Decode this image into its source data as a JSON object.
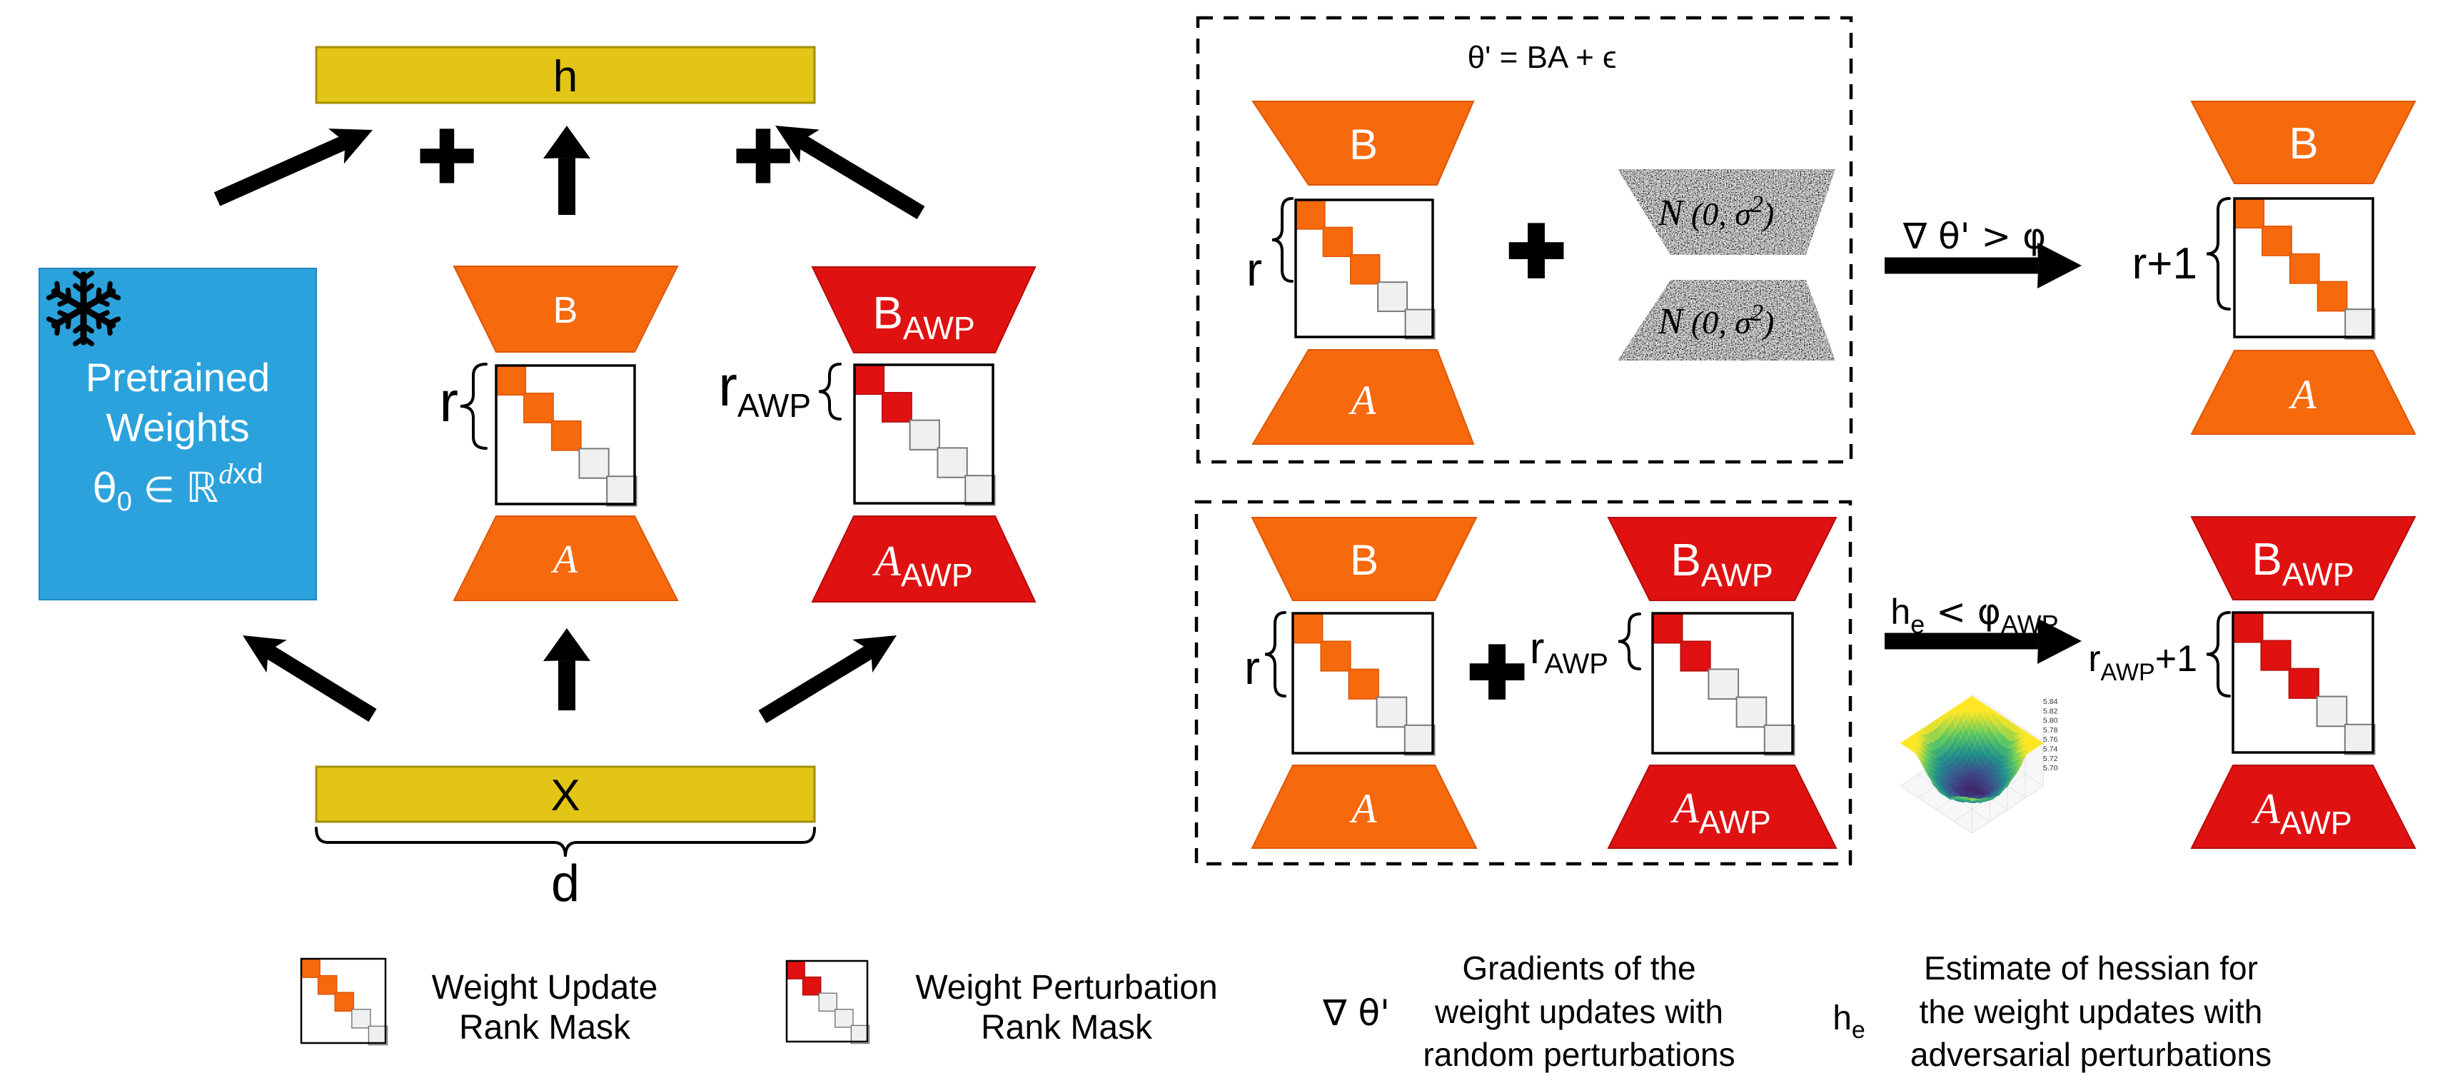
{
  "colors": {
    "update": "#F7690D",
    "update_stroke": "#DD5705",
    "perturb": "#E01111",
    "perturb_stroke": "#B30D0D",
    "free": "#F0F0F0",
    "free_stroke": "#787878",
    "bar_fill": "#E2C516",
    "bar_stroke": "#A38F03",
    "pretrained_fill": "#2BA2DC",
    "pretrained_stroke": "#2187BC",
    "black": "#000000",
    "white": "#FFFFFF"
  },
  "left": {
    "h_bar": "h",
    "x_bar": "X",
    "dim_label": "d",
    "plus_left": "+",
    "plus_right": "+",
    "pretrained": {
      "line1": "Pretrained",
      "line2": "Weights",
      "theta": "θ",
      "theta_sub": "0",
      "element_of": " ∈ ",
      "reals": "ℝ",
      "sup_d": "d",
      "sup_xd": "xd"
    },
    "lora": {
      "b": "B",
      "a": "A",
      "rank": "r"
    },
    "awp": {
      "b": "B",
      "b_sub": "AWP",
      "a": "A",
      "a_sub": "AWP",
      "rank": "r",
      "rank_sub": "AWP"
    }
  },
  "random_box": {
    "title": "θ' = BA + ϵ",
    "lora": {
      "b": "B",
      "a": "A",
      "rank": "r"
    },
    "plus": "+",
    "noise_top": {
      "n": "N",
      "args": " (0, σ",
      "sup": "2",
      "close": ")"
    },
    "noise_bottom": {
      "n": "N",
      "args": " (0, σ",
      "sup": "2",
      "close": ")"
    },
    "arrow_label": "∇ θ' > φ",
    "result": {
      "b": "B",
      "a": "A",
      "rank": "r+1"
    }
  },
  "adversarial_box": {
    "lora": {
      "b": "B",
      "a": "A",
      "rank": "r"
    },
    "plus": "+",
    "awp": {
      "b": "B",
      "b_sub": "AWP",
      "a": "A",
      "a_sub": "AWP",
      "rank": "r",
      "rank_sub": "AWP"
    },
    "arrow_label": {
      "h": "h",
      "h_sub": "e",
      "middle": " < φ",
      "phi_sub": "AWP"
    },
    "result": {
      "b": "B",
      "b_sub": "AWP",
      "a": "A",
      "a_sub": "AWP",
      "rank": "r",
      "rank_sub": "AWP",
      "rank_plus": "+1"
    },
    "surface_plot": {
      "z_ticks": [
        "5.84",
        "5.82",
        "5.80",
        "5.78",
        "5.76",
        "5.74",
        "5.72",
        "5.70"
      ]
    }
  },
  "legend": {
    "weight_update": {
      "line1": "Weight Update",
      "line2": "Rank Mask"
    },
    "weight_perturbation": {
      "line1": "Weight Perturbation",
      "line2": "Rank Mask"
    },
    "gradients": {
      "symbol": "∇ θ'",
      "line1": "Gradients of the",
      "line2": "weight updates with",
      "line3": "random perturbations"
    },
    "hessian": {
      "symbol": "h",
      "symbol_sub": "e",
      "line1": "Estimate of hessian for",
      "line2": "the weight updates with",
      "line3": "adversarial perturbations"
    }
  },
  "masks": {
    "lora_main": {
      "cells": [
        "update",
        "update",
        "update",
        "free",
        "free"
      ]
    },
    "awp_main": {
      "cells": [
        "perturb",
        "perturb",
        "free",
        "free",
        "free"
      ]
    },
    "rand_lora": {
      "cells": [
        "update",
        "update",
        "update",
        "free",
        "free"
      ]
    },
    "rand_result": {
      "cells": [
        "update",
        "update",
        "update",
        "update",
        "free"
      ]
    },
    "adv_lora": {
      "cells": [
        "update",
        "update",
        "update",
        "free",
        "free"
      ]
    },
    "adv_awp": {
      "cells": [
        "perturb",
        "perturb",
        "free",
        "free",
        "free"
      ]
    },
    "adv_result": {
      "cells": [
        "perturb",
        "perturb",
        "perturb",
        "free",
        "free"
      ]
    },
    "legend_update": {
      "cells": [
        "update",
        "update",
        "update",
        "free",
        "free"
      ]
    },
    "legend_perturb": {
      "cells": [
        "perturb",
        "perturb",
        "free",
        "free",
        "free"
      ]
    }
  }
}
